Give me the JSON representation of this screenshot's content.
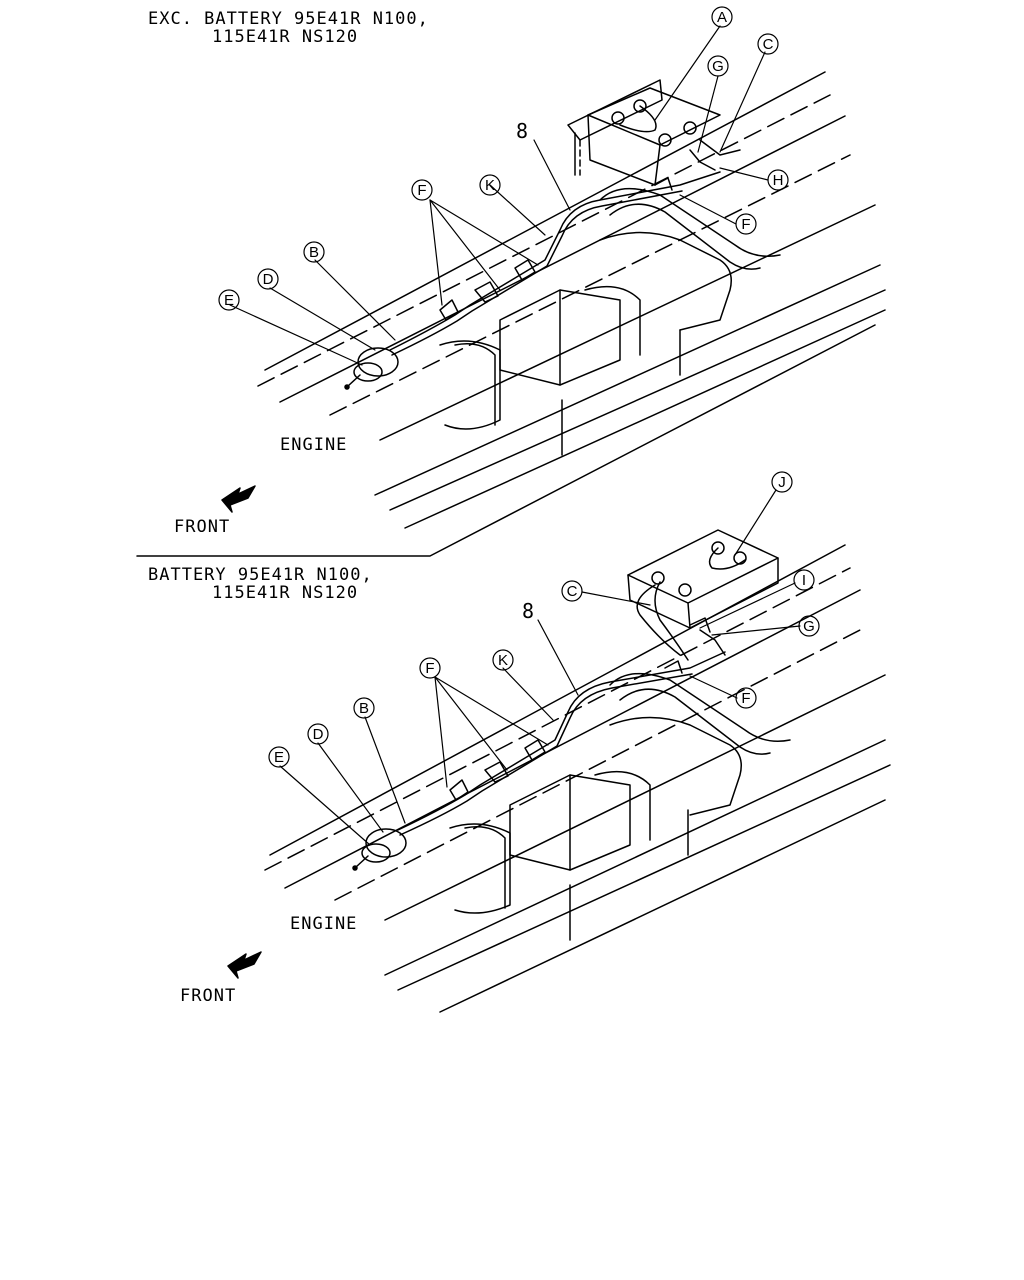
{
  "top_view": {
    "header_line1": "EXC. BATTERY 95E41R N100,",
    "header_line2": "115E41R NS120",
    "engine_label": "ENGINE",
    "front_label": "FRONT",
    "part_number": "8",
    "callouts": {
      "A": "A",
      "B": "B",
      "C": "C",
      "D": "D",
      "E": "E",
      "F": "F",
      "F2": "F",
      "G": "G",
      "H": "H",
      "K": "K"
    }
  },
  "bottom_view": {
    "header_line1": "BATTERY 95E41R N100,",
    "header_line2": "115E41R NS120",
    "engine_label": "ENGINE",
    "front_label": "FRONT",
    "part_number": "8",
    "callouts": {
      "B": "B",
      "C": "C",
      "D": "D",
      "E": "E",
      "F": "F",
      "F2": "F",
      "G": "G",
      "I": "I",
      "J": "J",
      "K": "K"
    }
  },
  "colors": {
    "ink": "#000000",
    "paper": "#ffffff"
  }
}
